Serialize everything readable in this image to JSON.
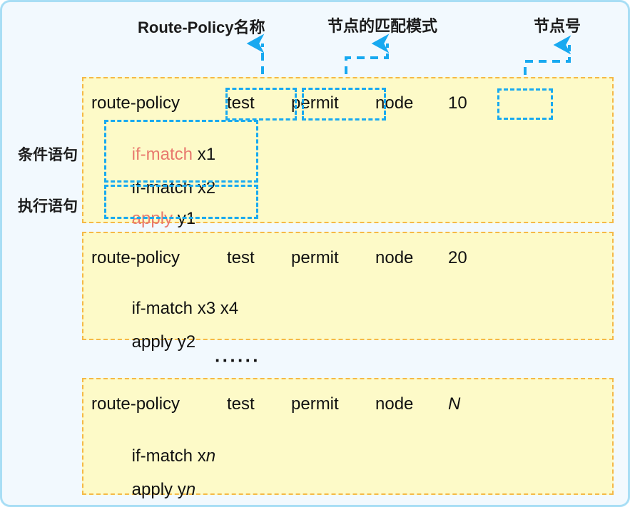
{
  "diagram": {
    "title_annotations": [
      {
        "id": "name",
        "text": "Route-Policy名称"
      },
      {
        "id": "mode",
        "text": "节点的匹配模式"
      },
      {
        "id": "number",
        "text": "节点号"
      }
    ],
    "side_labels": [
      {
        "id": "condition",
        "text": "条件语句"
      },
      {
        "id": "execution",
        "text": "执行语句"
      }
    ],
    "ellipsis": "······",
    "colors": {
      "page_background": "#f2f9fe",
      "page_border": "#a8def5",
      "block_fill": "#fdfac8",
      "block_border": "#f5b947",
      "highlight_border": "#18a9f0",
      "keyword_red": "#e8796e",
      "text": "#111111"
    },
    "blocks": [
      {
        "id": "node-10",
        "command": {
          "keyword": "route-policy",
          "policy_name": "test",
          "match_mode": "permit",
          "node_keyword": "node",
          "node_number": "10"
        },
        "statements": [
          {
            "id": "if-match-x1",
            "keyword": "if-match",
            "keyword_red": true,
            "argument": " x1"
          },
          {
            "id": "if-match-x2",
            "keyword": "if-match",
            "keyword_red": false,
            "argument": " x2"
          },
          {
            "id": "apply-y1",
            "keyword": "apply",
            "keyword_red": true,
            "argument": " y1"
          }
        ]
      },
      {
        "id": "node-20",
        "command": {
          "keyword": "route-policy",
          "policy_name": "test",
          "match_mode": "permit",
          "node_keyword": "node",
          "node_number": "20"
        },
        "statements": [
          {
            "id": "if-match-x3-x4",
            "keyword": "if-match",
            "keyword_red": false,
            "argument": " x3 x4"
          },
          {
            "id": "apply-y2",
            "keyword": "apply",
            "keyword_red": false,
            "argument": " y2"
          }
        ]
      },
      {
        "id": "node-N",
        "command": {
          "keyword": "route-policy",
          "policy_name": "test",
          "match_mode": "permit",
          "node_keyword": "node",
          "node_number": "N",
          "node_number_italic": true
        },
        "statements": [
          {
            "id": "if-match-xn",
            "keyword": "if-match",
            "keyword_red": false,
            "argument": " xn",
            "argument_italic_suffix": "n"
          },
          {
            "id": "apply-yn",
            "keyword": "apply",
            "keyword_red": false,
            "argument": " yn",
            "argument_italic_suffix": "n"
          }
        ]
      }
    ],
    "highlights": [
      {
        "id": "policy-name-box",
        "target": "test",
        "label_ref": "name"
      },
      {
        "id": "match-mode-box",
        "target": "permit",
        "label_ref": "mode"
      },
      {
        "id": "node-number-box",
        "target": "",
        "label_ref": "number"
      },
      {
        "id": "condition-box",
        "target": "if-match x1 / if-match x2",
        "label_ref": "condition"
      },
      {
        "id": "execution-box",
        "target": "apply y1",
        "label_ref": "execution"
      }
    ]
  }
}
